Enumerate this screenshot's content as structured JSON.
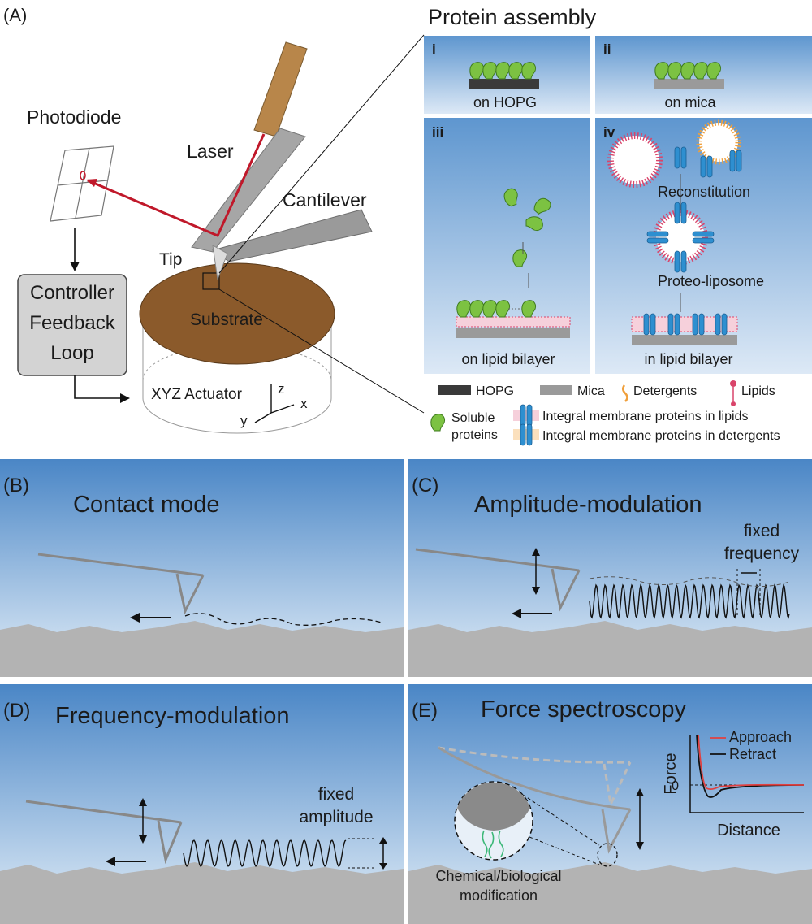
{
  "panel_a": {
    "label": "(A)",
    "photodiode": "Photodiode",
    "laser": "Laser",
    "cantilever": "Cantilever",
    "tip": "Tip",
    "substrate": "Substrate",
    "controller": [
      "Controller",
      "Feedback",
      "Loop"
    ],
    "actuator": "XYZ Actuator",
    "axis_x": "x",
    "axis_y": "y",
    "axis_z": "z"
  },
  "assembly": {
    "title": "Protein assembly",
    "panels": [
      {
        "num": "i",
        "caption": "on HOPG"
      },
      {
        "num": "ii",
        "caption": "on mica"
      },
      {
        "num": "iii",
        "caption": "on lipid bilayer"
      },
      {
        "num": "iv",
        "caption": "in lipid bilayer"
      }
    ],
    "reconstitution": "Reconstitution",
    "proteo_liposome": "Proteo-liposome"
  },
  "legend": {
    "hopg": "HOPG",
    "mica": "Mica",
    "detergents": "Detergents",
    "lipids": "Lipids",
    "soluble": [
      "Soluble",
      "proteins"
    ],
    "imp_lipids": "Integral membrane proteins in lipids",
    "imp_detergents": "Integral membrane proteins in detergents"
  },
  "panel_b": {
    "label": "(B)",
    "title": "Contact mode"
  },
  "panel_c": {
    "label": "(C)",
    "title": "Amplitude-modulation",
    "note": [
      "fixed",
      "frequency"
    ]
  },
  "panel_d": {
    "label": "(D)",
    "title": "Frequency-modulation",
    "note": [
      "fixed",
      "amplitude"
    ]
  },
  "panel_e": {
    "label": "(E)",
    "title": "Force spectroscopy",
    "modification": [
      "Chemical/biological",
      "modification"
    ],
    "force_axis": "Force",
    "distance_axis": "Distance",
    "zero_tick": "0",
    "approach": "Approach",
    "retract": "Retract"
  },
  "colors": {
    "substrate": "#8b5a2b",
    "laser_beam": "#c0182a",
    "laser_body": "#b8864a",
    "cantilever": "#9a9a9a",
    "soluble_protein": "#7cc242",
    "membrane_protein": "#2e8fd0",
    "detergent": "#f0a03c",
    "lipid": "#d9446a",
    "ground": "#b3b3b3"
  }
}
